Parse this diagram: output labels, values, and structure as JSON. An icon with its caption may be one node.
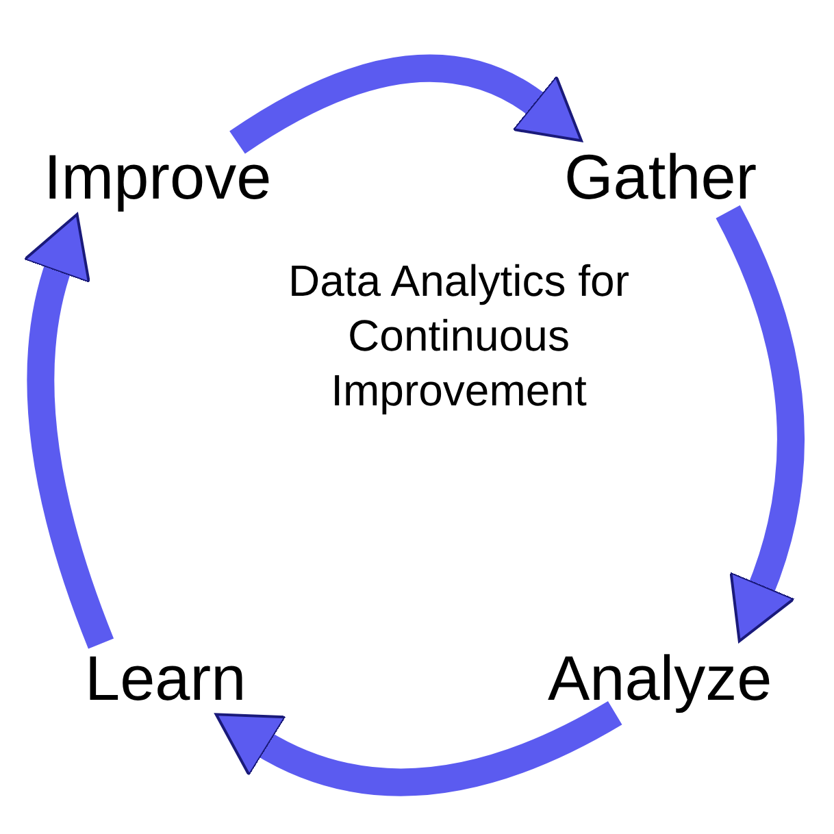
{
  "diagram": {
    "nodes": [
      {
        "text": [
          "Improve"
        ]
      },
      {
        "text": [
          "Gather"
        ]
      },
      {
        "text": [
          "Analyze"
        ]
      },
      {
        "text": [
          "Learn"
        ]
      }
    ],
    "edges": [
      {
        "from": 0,
        "to": 1,
        "arrow": "to"
      },
      {
        "from": 1,
        "to": 2,
        "arrow": "to"
      },
      {
        "from": 2,
        "to": 3,
        "arrow": "to"
      },
      {
        "from": 3,
        "to": 0,
        "arrow": "to"
      }
    ],
    "labels": [
      "Data Analytics for Continuous Improvement"
    ]
  }
}
